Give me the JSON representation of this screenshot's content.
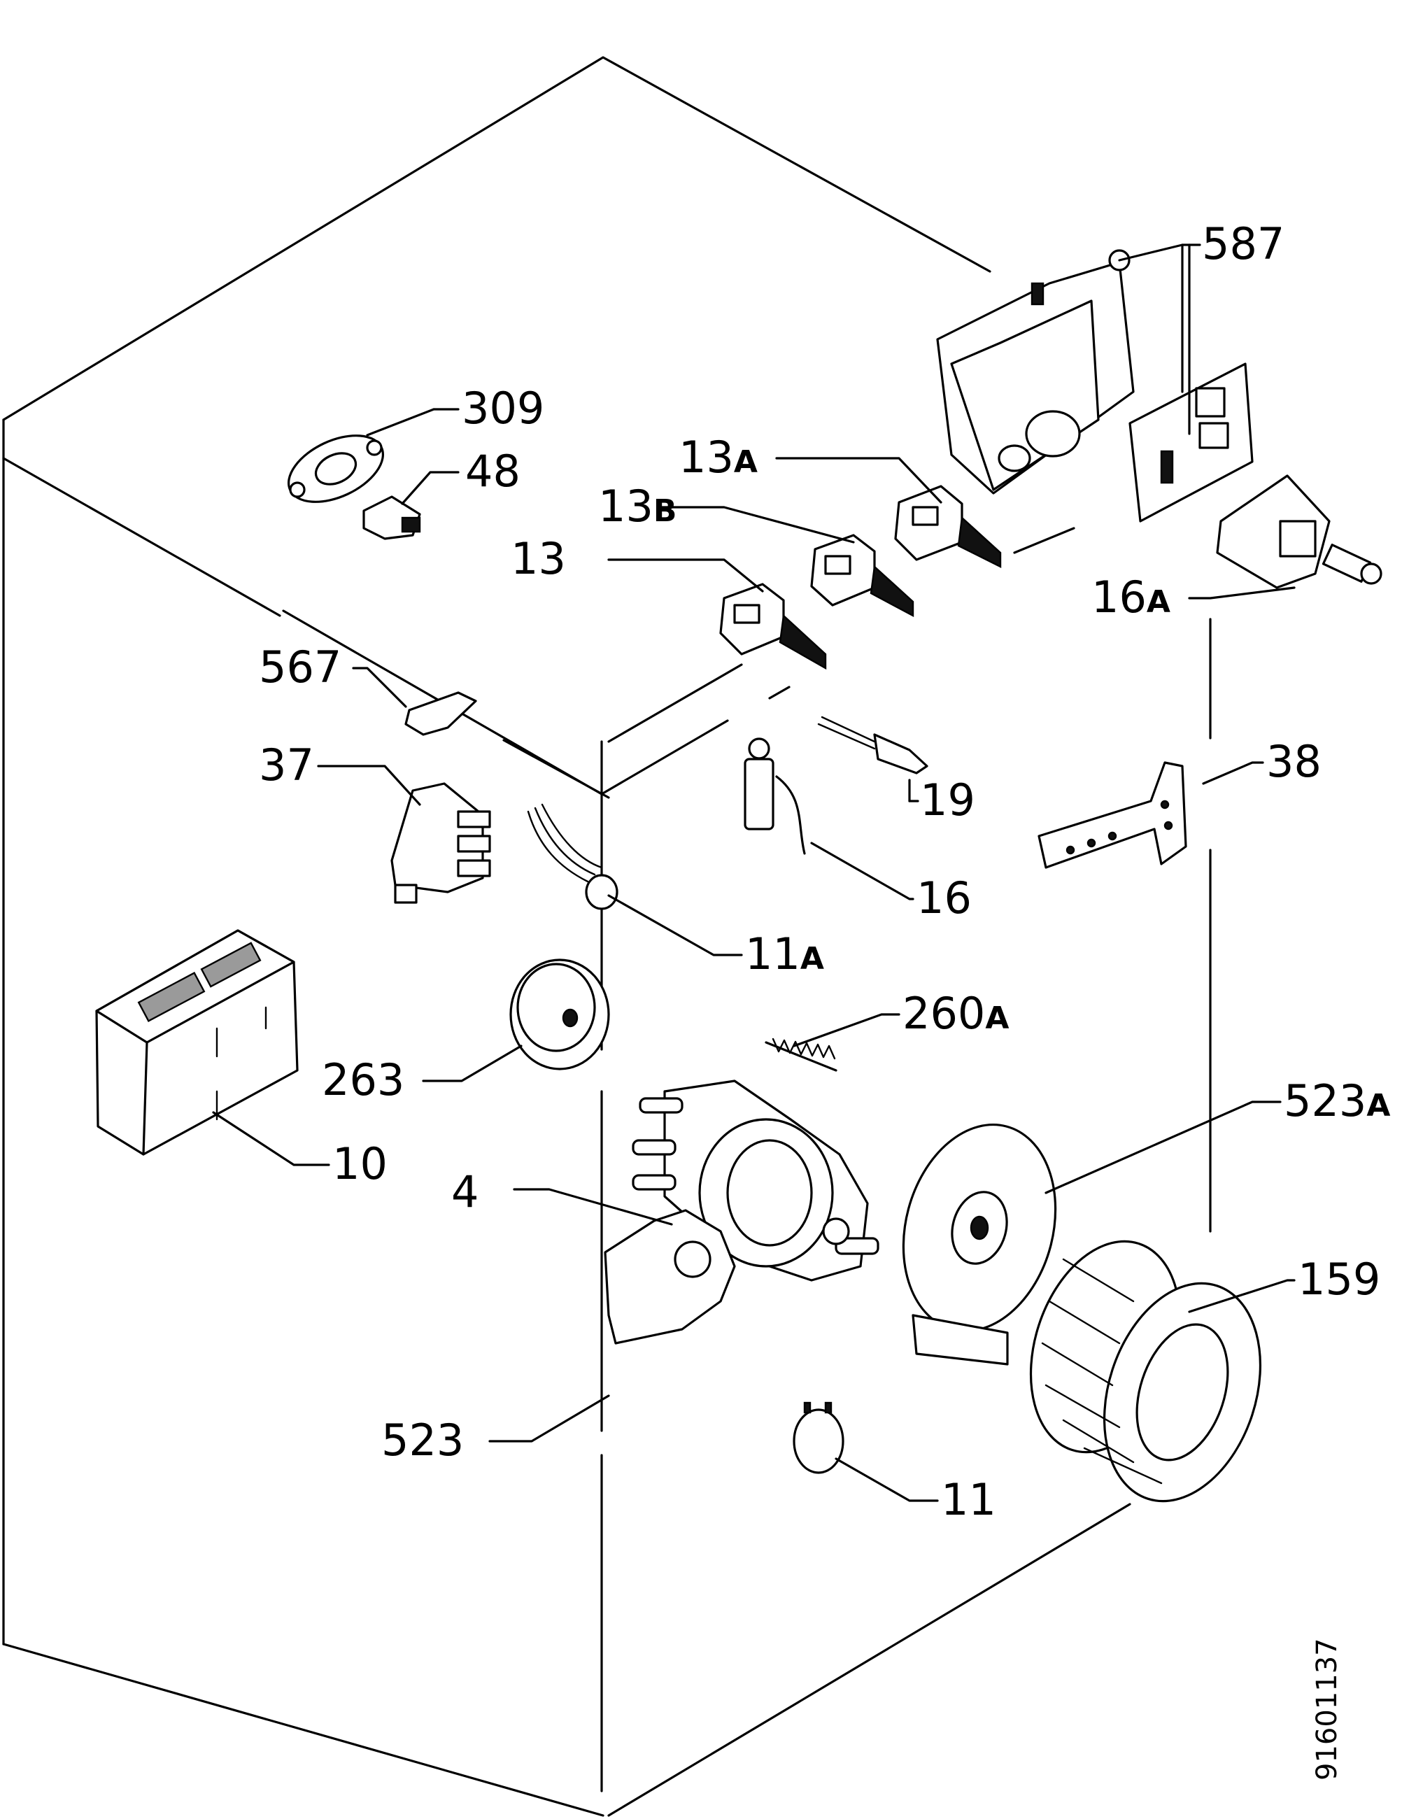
{
  "labels": {
    "l587": {
      "num": "587",
      "suf": ""
    },
    "l309": {
      "num": "309",
      "suf": ""
    },
    "l48": {
      "num": "48",
      "suf": ""
    },
    "l13a": {
      "num": "13",
      "suf": "A"
    },
    "l13b": {
      "num": "13",
      "suf": "B"
    },
    "l13": {
      "num": "13",
      "suf": ""
    },
    "l16a": {
      "num": "16",
      "suf": "A"
    },
    "l567": {
      "num": "567",
      "suf": ""
    },
    "l37": {
      "num": "37",
      "suf": ""
    },
    "l19": {
      "num": "19",
      "suf": ""
    },
    "l38": {
      "num": "38",
      "suf": ""
    },
    "l16": {
      "num": "16",
      "suf": ""
    },
    "l11a": {
      "num": "11",
      "suf": "A"
    },
    "l260a": {
      "num": "260",
      "suf": "A"
    },
    "l263": {
      "num": "263",
      "suf": ""
    },
    "l10": {
      "num": "10",
      "suf": ""
    },
    "l523a": {
      "num": "523",
      "suf": "A"
    },
    "l4": {
      "num": "4",
      "suf": ""
    },
    "l159": {
      "num": "159",
      "suf": ""
    },
    "l523": {
      "num": "523",
      "suf": ""
    },
    "l11": {
      "num": "11",
      "suf": ""
    }
  },
  "drawing_code": "91601137"
}
